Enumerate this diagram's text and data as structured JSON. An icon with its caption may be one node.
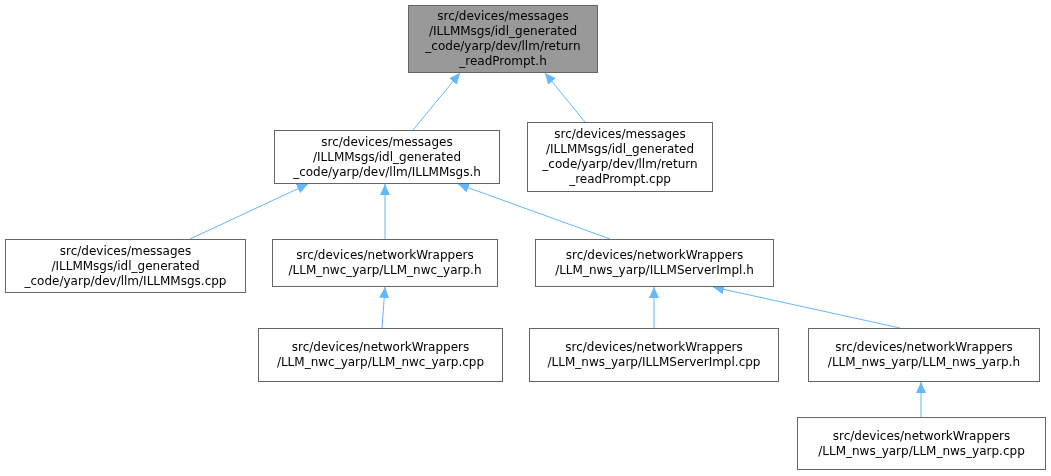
{
  "diagram": {
    "nodes": [
      {
        "text": [
          "src/devices/messages /ILLMMsgs/idl_generated _code/yarp/dev/llm/return _readPrompt.h"
        ]
      },
      {
        "text": [
          "src/devices/messages /ILLMMsgs/idl_generated _code/yarp/dev/llm/ILLMMsgs.h"
        ]
      },
      {
        "text": [
          "src/devices/messages /ILLMMsgs/idl_generated _code/yarp/dev/llm/return _readPrompt.cpp"
        ]
      },
      {
        "text": [
          "src/devices/messages /ILLMMsgs/idl_generated _code/yarp/dev/llm/ILLMMsgs.cpp"
        ]
      },
      {
        "text": [
          "src/devices/networkWrappers /LLM_nwc_yarp/LLM_nwc_yarp.h"
        ]
      },
      {
        "text": [
          "src/devices/networkWrappers /LLM_nws_yarp/ILLMServerImpl.h"
        ]
      },
      {
        "text": [
          "src/devices/networkWrappers /LLM_nwc_yarp/LLM_nwc_yarp.cpp"
        ]
      },
      {
        "text": [
          "src/devices/networkWrappers /LLM_nws_yarp/ILLMServerImpl.cpp"
        ]
      },
      {
        "text": [
          "src/devices/networkWrappers /LLM_nws_yarp/LLM_nws_yarp.h"
        ]
      },
      {
        "text": [
          "src/devices/networkWrappers /LLM_nws_yarp/LLM_nws_yarp.cpp"
        ]
      }
    ],
    "edges": [
      {
        "from": 1,
        "to": 0,
        "arrow": "to"
      },
      {
        "from": 2,
        "to": 0,
        "arrow": "to"
      },
      {
        "from": 3,
        "to": 1,
        "arrow": "to"
      },
      {
        "from": 4,
        "to": 1,
        "arrow": "to"
      },
      {
        "from": 5,
        "to": 1,
        "arrow": "to"
      },
      {
        "from": 6,
        "to": 4,
        "arrow": "to"
      },
      {
        "from": 7,
        "to": 5,
        "arrow": "to"
      },
      {
        "from": 8,
        "to": 5,
        "arrow": "to"
      },
      {
        "from": 9,
        "to": 8,
        "arrow": "to"
      }
    ]
  }
}
